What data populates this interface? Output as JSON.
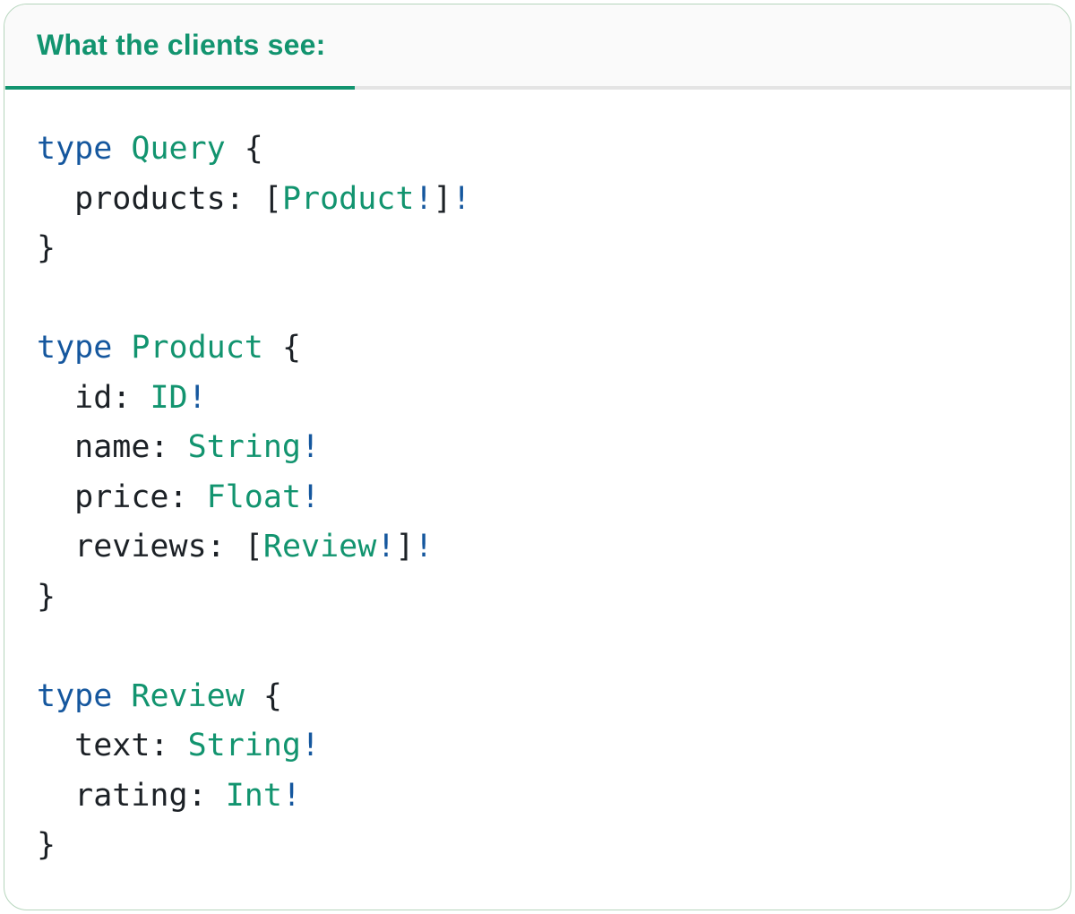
{
  "tab": {
    "label": "What the clients see:"
  },
  "colors": {
    "accent_teal": "#12946F",
    "keyword_blue": "#15579E",
    "code_text": "#1C2126",
    "tab_background": "#FAFAFA",
    "divider_gray": "#E4E4E4",
    "card_border_green": "#B5D5BC",
    "card_background": "#FFFFFF"
  },
  "code": {
    "language": "graphql-sdl",
    "lines": [
      {
        "tokens": [
          {
            "t": "type",
            "k": "keyword"
          },
          {
            "t": " ",
            "k": "plain"
          },
          {
            "t": "Query",
            "k": "typename"
          },
          {
            "t": " {",
            "k": "plain"
          }
        ]
      },
      {
        "tokens": [
          {
            "t": "  products: [",
            "k": "plain"
          },
          {
            "t": "Product",
            "k": "typename"
          },
          {
            "t": "!",
            "k": "nonnull"
          },
          {
            "t": "]",
            "k": "plain"
          },
          {
            "t": "!",
            "k": "nonnull"
          }
        ]
      },
      {
        "tokens": [
          {
            "t": "}",
            "k": "plain"
          }
        ]
      },
      {
        "tokens": []
      },
      {
        "tokens": [
          {
            "t": "type",
            "k": "keyword"
          },
          {
            "t": " ",
            "k": "plain"
          },
          {
            "t": "Product",
            "k": "typename"
          },
          {
            "t": " {",
            "k": "plain"
          }
        ]
      },
      {
        "tokens": [
          {
            "t": "  id: ",
            "k": "plain"
          },
          {
            "t": "ID",
            "k": "typename"
          },
          {
            "t": "!",
            "k": "nonnull"
          }
        ]
      },
      {
        "tokens": [
          {
            "t": "  name: ",
            "k": "plain"
          },
          {
            "t": "String",
            "k": "typename"
          },
          {
            "t": "!",
            "k": "nonnull"
          }
        ]
      },
      {
        "tokens": [
          {
            "t": "  price: ",
            "k": "plain"
          },
          {
            "t": "Float",
            "k": "typename"
          },
          {
            "t": "!",
            "k": "nonnull"
          }
        ]
      },
      {
        "tokens": [
          {
            "t": "  reviews: [",
            "k": "plain"
          },
          {
            "t": "Review",
            "k": "typename"
          },
          {
            "t": "!",
            "k": "nonnull"
          },
          {
            "t": "]",
            "k": "plain"
          },
          {
            "t": "!",
            "k": "nonnull"
          }
        ]
      },
      {
        "tokens": [
          {
            "t": "}",
            "k": "plain"
          }
        ]
      },
      {
        "tokens": []
      },
      {
        "tokens": [
          {
            "t": "type",
            "k": "keyword"
          },
          {
            "t": " ",
            "k": "plain"
          },
          {
            "t": "Review",
            "k": "typename"
          },
          {
            "t": " {",
            "k": "plain"
          }
        ]
      },
      {
        "tokens": [
          {
            "t": "  text: ",
            "k": "plain"
          },
          {
            "t": "String",
            "k": "typename"
          },
          {
            "t": "!",
            "k": "nonnull"
          }
        ]
      },
      {
        "tokens": [
          {
            "t": "  rating: ",
            "k": "plain"
          },
          {
            "t": "Int",
            "k": "typename"
          },
          {
            "t": "!",
            "k": "nonnull"
          }
        ]
      },
      {
        "tokens": [
          {
            "t": "}",
            "k": "plain"
          }
        ]
      }
    ]
  }
}
